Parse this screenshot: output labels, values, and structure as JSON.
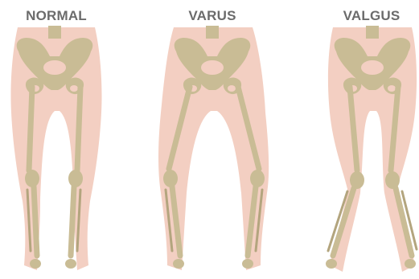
{
  "labels": {
    "normal": "NORMAL",
    "varus": "VARUS",
    "valgus": "VALGUS"
  },
  "colors": {
    "skin": "#f3cfc2",
    "bone": "#c9bc95",
    "bone_dark": "#b3a57e",
    "label": "#6b6b6b"
  }
}
